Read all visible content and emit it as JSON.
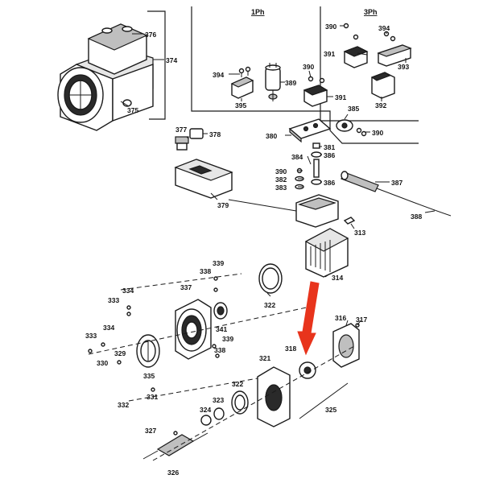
{
  "headers": {
    "single_phase": "1Ph",
    "three_phase": "3Ph"
  },
  "labels": {
    "p313": "313",
    "p314": "314",
    "p316": "316",
    "p317": "317",
    "p318": "318",
    "p321": "321",
    "p322a": "322",
    "p322b": "322",
    "p323": "323",
    "p324": "324",
    "p325": "325",
    "p326": "326",
    "p327": "327",
    "p329": "329",
    "p330": "330",
    "p331": "331",
    "p332": "332",
    "p333a": "333",
    "p333b": "333",
    "p334a": "334",
    "p334b": "334",
    "p335": "335",
    "p337": "337",
    "p338a": "338",
    "p338b": "338",
    "p339a": "339",
    "p339b": "339",
    "p341": "341",
    "p374": "374",
    "p375": "375",
    "p376": "376",
    "p377": "377",
    "p378": "378",
    "p379": "379",
    "p380": "380",
    "p381": "381",
    "p382": "382",
    "p383": "383",
    "p384": "384",
    "p385": "385",
    "p386a": "386",
    "p386b": "386",
    "p387": "387",
    "p388": "388",
    "p389": "389",
    "p390a": "390",
    "p390b": "390",
    "p390c": "390",
    "p390d": "390",
    "p391a": "391",
    "p391b": "391",
    "p392": "392",
    "p393": "393",
    "p394a": "394",
    "p394b": "394",
    "p395": "395"
  },
  "colors": {
    "arrow": "#e8341c",
    "ink": "#1a1a1a"
  }
}
